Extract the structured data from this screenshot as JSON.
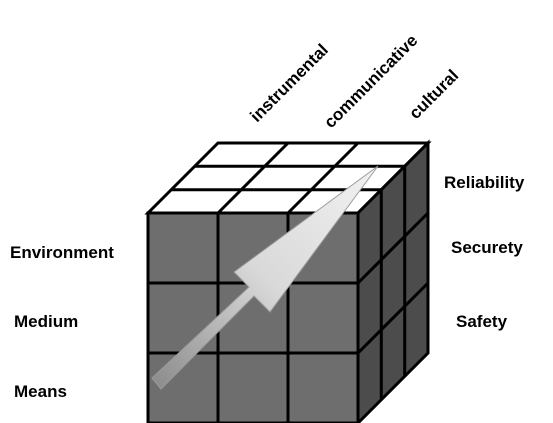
{
  "top_labels": [
    "instrumental",
    "communicative",
    "cultural"
  ],
  "left_labels": [
    "Environment",
    "Medium",
    "Means"
  ],
  "right_labels": [
    "Reliability",
    "Securety",
    "Safety"
  ],
  "colors": {
    "front_face": "#6e6e6e",
    "right_face": "#4c4c4c",
    "top_face": "#ffffff",
    "grid_lines": "#000000",
    "arrow": "#c8c8c8",
    "text": "#000000"
  },
  "icons": {
    "cube": "3x3x3-grid-cube",
    "arrow": "diagonal-arrow"
  }
}
